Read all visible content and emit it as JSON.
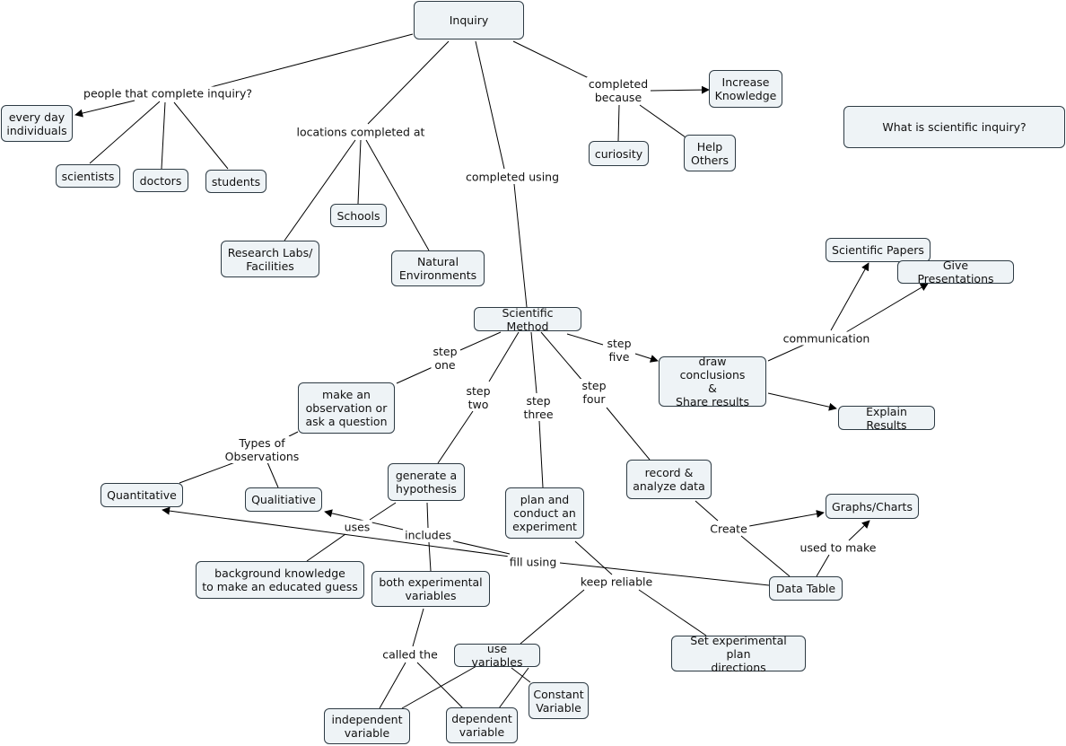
{
  "colors": {
    "node_fill": "#eef3f6",
    "node_border": "#2e3b44",
    "line": "#000000",
    "background": "#ffffff"
  },
  "nodes": {
    "inquiry": "Inquiry",
    "every_day_individuals": "every day\nindividuals",
    "scientists": "scientists",
    "doctors": "doctors",
    "students": "students",
    "schools": "Schools",
    "research_labs": "Research Labs/\nFacilities",
    "natural_environments": "Natural\nEnvironments",
    "increase_knowledge": "Increase\nKnowledge",
    "curiosity": "curiosity",
    "help_others": "Help\nOthers",
    "focus_question": "What is scientific inquiry?",
    "scientific_method": "Scientific Method",
    "scientific_papers": "Scientific Papers",
    "give_presentations": "Give Presentations",
    "draw_conclusions": "draw conclusions\n&\nShare results",
    "explain_results": "Explain Results",
    "make_observation": "make an\nobservation or\nask a question",
    "quantitative": "Quantitative",
    "qualitative": "Qualitiative",
    "generate_hypothesis": "generate a\nhypothesis",
    "plan_experiment": "plan and\nconduct an\nexperiment",
    "record_analyze": "record &\nanalyze data",
    "graphs_charts": "Graphs/Charts",
    "background_knowledge": "background knowledge\nto make an educated guess",
    "both_variables": "both experimental\nvariables",
    "data_table": "Data Table",
    "use_variables": "use variables",
    "set_directions": "Set experimental plan\ndirections",
    "constant_variable": "Constant\nVariable",
    "independent_variable": "independent\nvariable",
    "dependent_variable": "dependent\nvariable"
  },
  "links": {
    "people_complete": "people that complete inquiry?",
    "locations": "locations completed at",
    "completed_using": "completed using",
    "completed_because": "completed\nbecause",
    "communication": "communication",
    "step_one": "step\none",
    "step_two": "step\ntwo",
    "step_three": "step\nthree",
    "step_four": "step\nfour",
    "step_five": "step\nfive",
    "types_of_observations": "Types of\nObservations",
    "uses": "uses",
    "includes": "includes",
    "fill_using": "fill using",
    "keep_reliable": "keep reliable",
    "create": "Create",
    "used_to_make": "used to make",
    "called_the": "called the"
  }
}
